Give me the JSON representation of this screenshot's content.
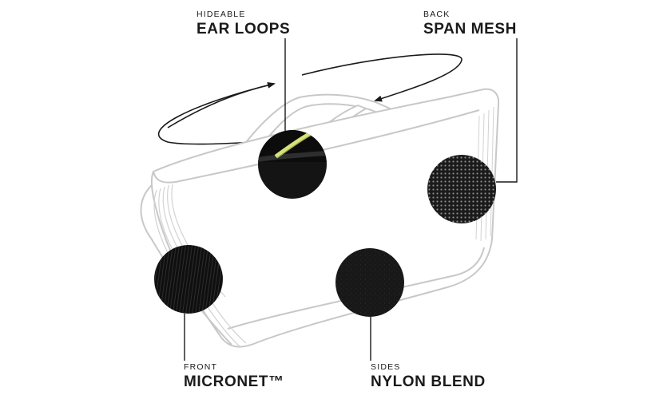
{
  "callouts": {
    "ear_loops": {
      "small": "HIDEABLE",
      "big": "EAR LOOPS"
    },
    "back": {
      "small": "BACK",
      "big": "SPAN MESH"
    },
    "front": {
      "small": "FRONT",
      "big": "MICRONET™"
    },
    "sides": {
      "small": "SIDES",
      "big": "NYLON BLEND"
    }
  },
  "colors": {
    "outline": "#c8c8c8",
    "line": "#1a1a1a",
    "swatch_dark": "#141414",
    "ear_loop_accent": "#d7e27a"
  }
}
